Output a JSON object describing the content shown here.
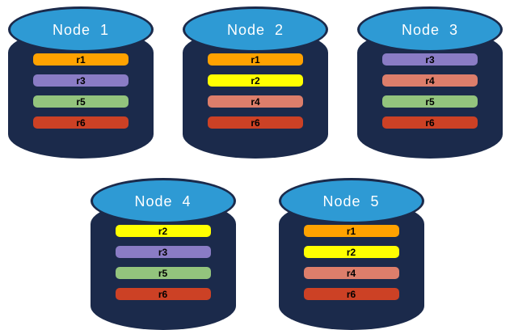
{
  "diagram": {
    "description": "Five database nodes, each storing four replica shards",
    "colors": {
      "background": "#FFFFFF",
      "cylinder_body": "#1B2A4B",
      "cylinder_top": "#2E9AD4",
      "node_label_text": "#FFFFFF",
      "replica_label_text": "#000000"
    },
    "replica_colors": {
      "r1": "#FFA200",
      "r2": "#FFFF00",
      "r3": "#8A7CC5",
      "r4": "#DD7E6B",
      "r5": "#93C47D",
      "r6": "#CC4125"
    },
    "nodes": [
      {
        "label": "Node  1",
        "replicas": [
          "r1",
          "r3",
          "r5",
          "r6"
        ]
      },
      {
        "label": "Node  2",
        "replicas": [
          "r1",
          "r2",
          "r4",
          "r6"
        ]
      },
      {
        "label": "Node  3",
        "replicas": [
          "r3",
          "r4",
          "r5",
          "r6"
        ]
      },
      {
        "label": "Node  4",
        "replicas": [
          "r2",
          "r3",
          "r5",
          "r6"
        ]
      },
      {
        "label": "Node  5",
        "replicas": [
          "r1",
          "r2",
          "r4",
          "r6"
        ]
      }
    ],
    "layout": {
      "top_row": [
        0,
        1,
        2
      ],
      "bottom_row": [
        3,
        4
      ]
    }
  }
}
